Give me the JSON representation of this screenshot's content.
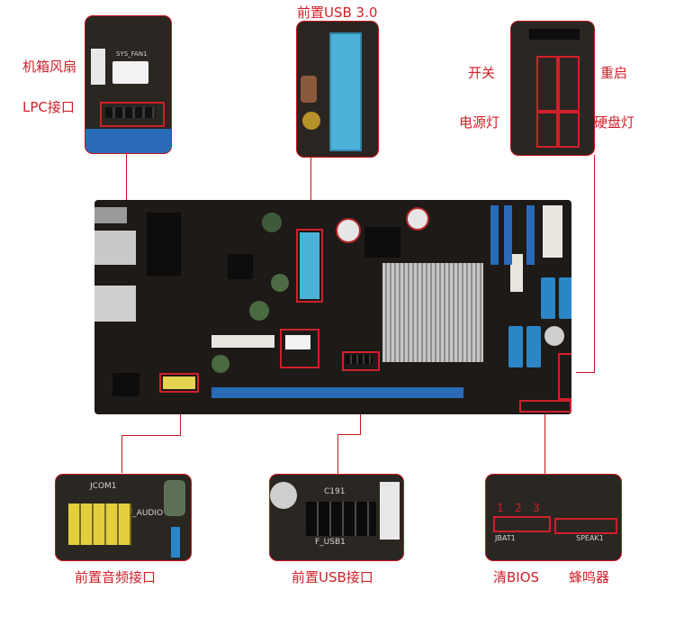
{
  "labels": {
    "chassis_fan": "机箱风扇",
    "lpc_port": "LPC接口",
    "front_usb3": "前置USB 3.0",
    "power_switch": "开关",
    "restart": "重启",
    "power_led": "电源灯",
    "hdd_led": "硬盘灯",
    "front_audio": "前置音频接口",
    "front_usb": "前置USB接口",
    "clear_bios": "清BIOS",
    "buzzer": "蜂鸣器"
  },
  "silkscreen": {
    "sys_fan": "SYS_FAN1",
    "jcom": "JCOM1",
    "f_audio": "F_AUDIO",
    "f_usb": "F_USB1",
    "c191": "C191",
    "speak": "SPEAK1",
    "jbat": "JBAT1",
    "pin_1": "1",
    "pin_2": "2",
    "pin_3": "3"
  }
}
